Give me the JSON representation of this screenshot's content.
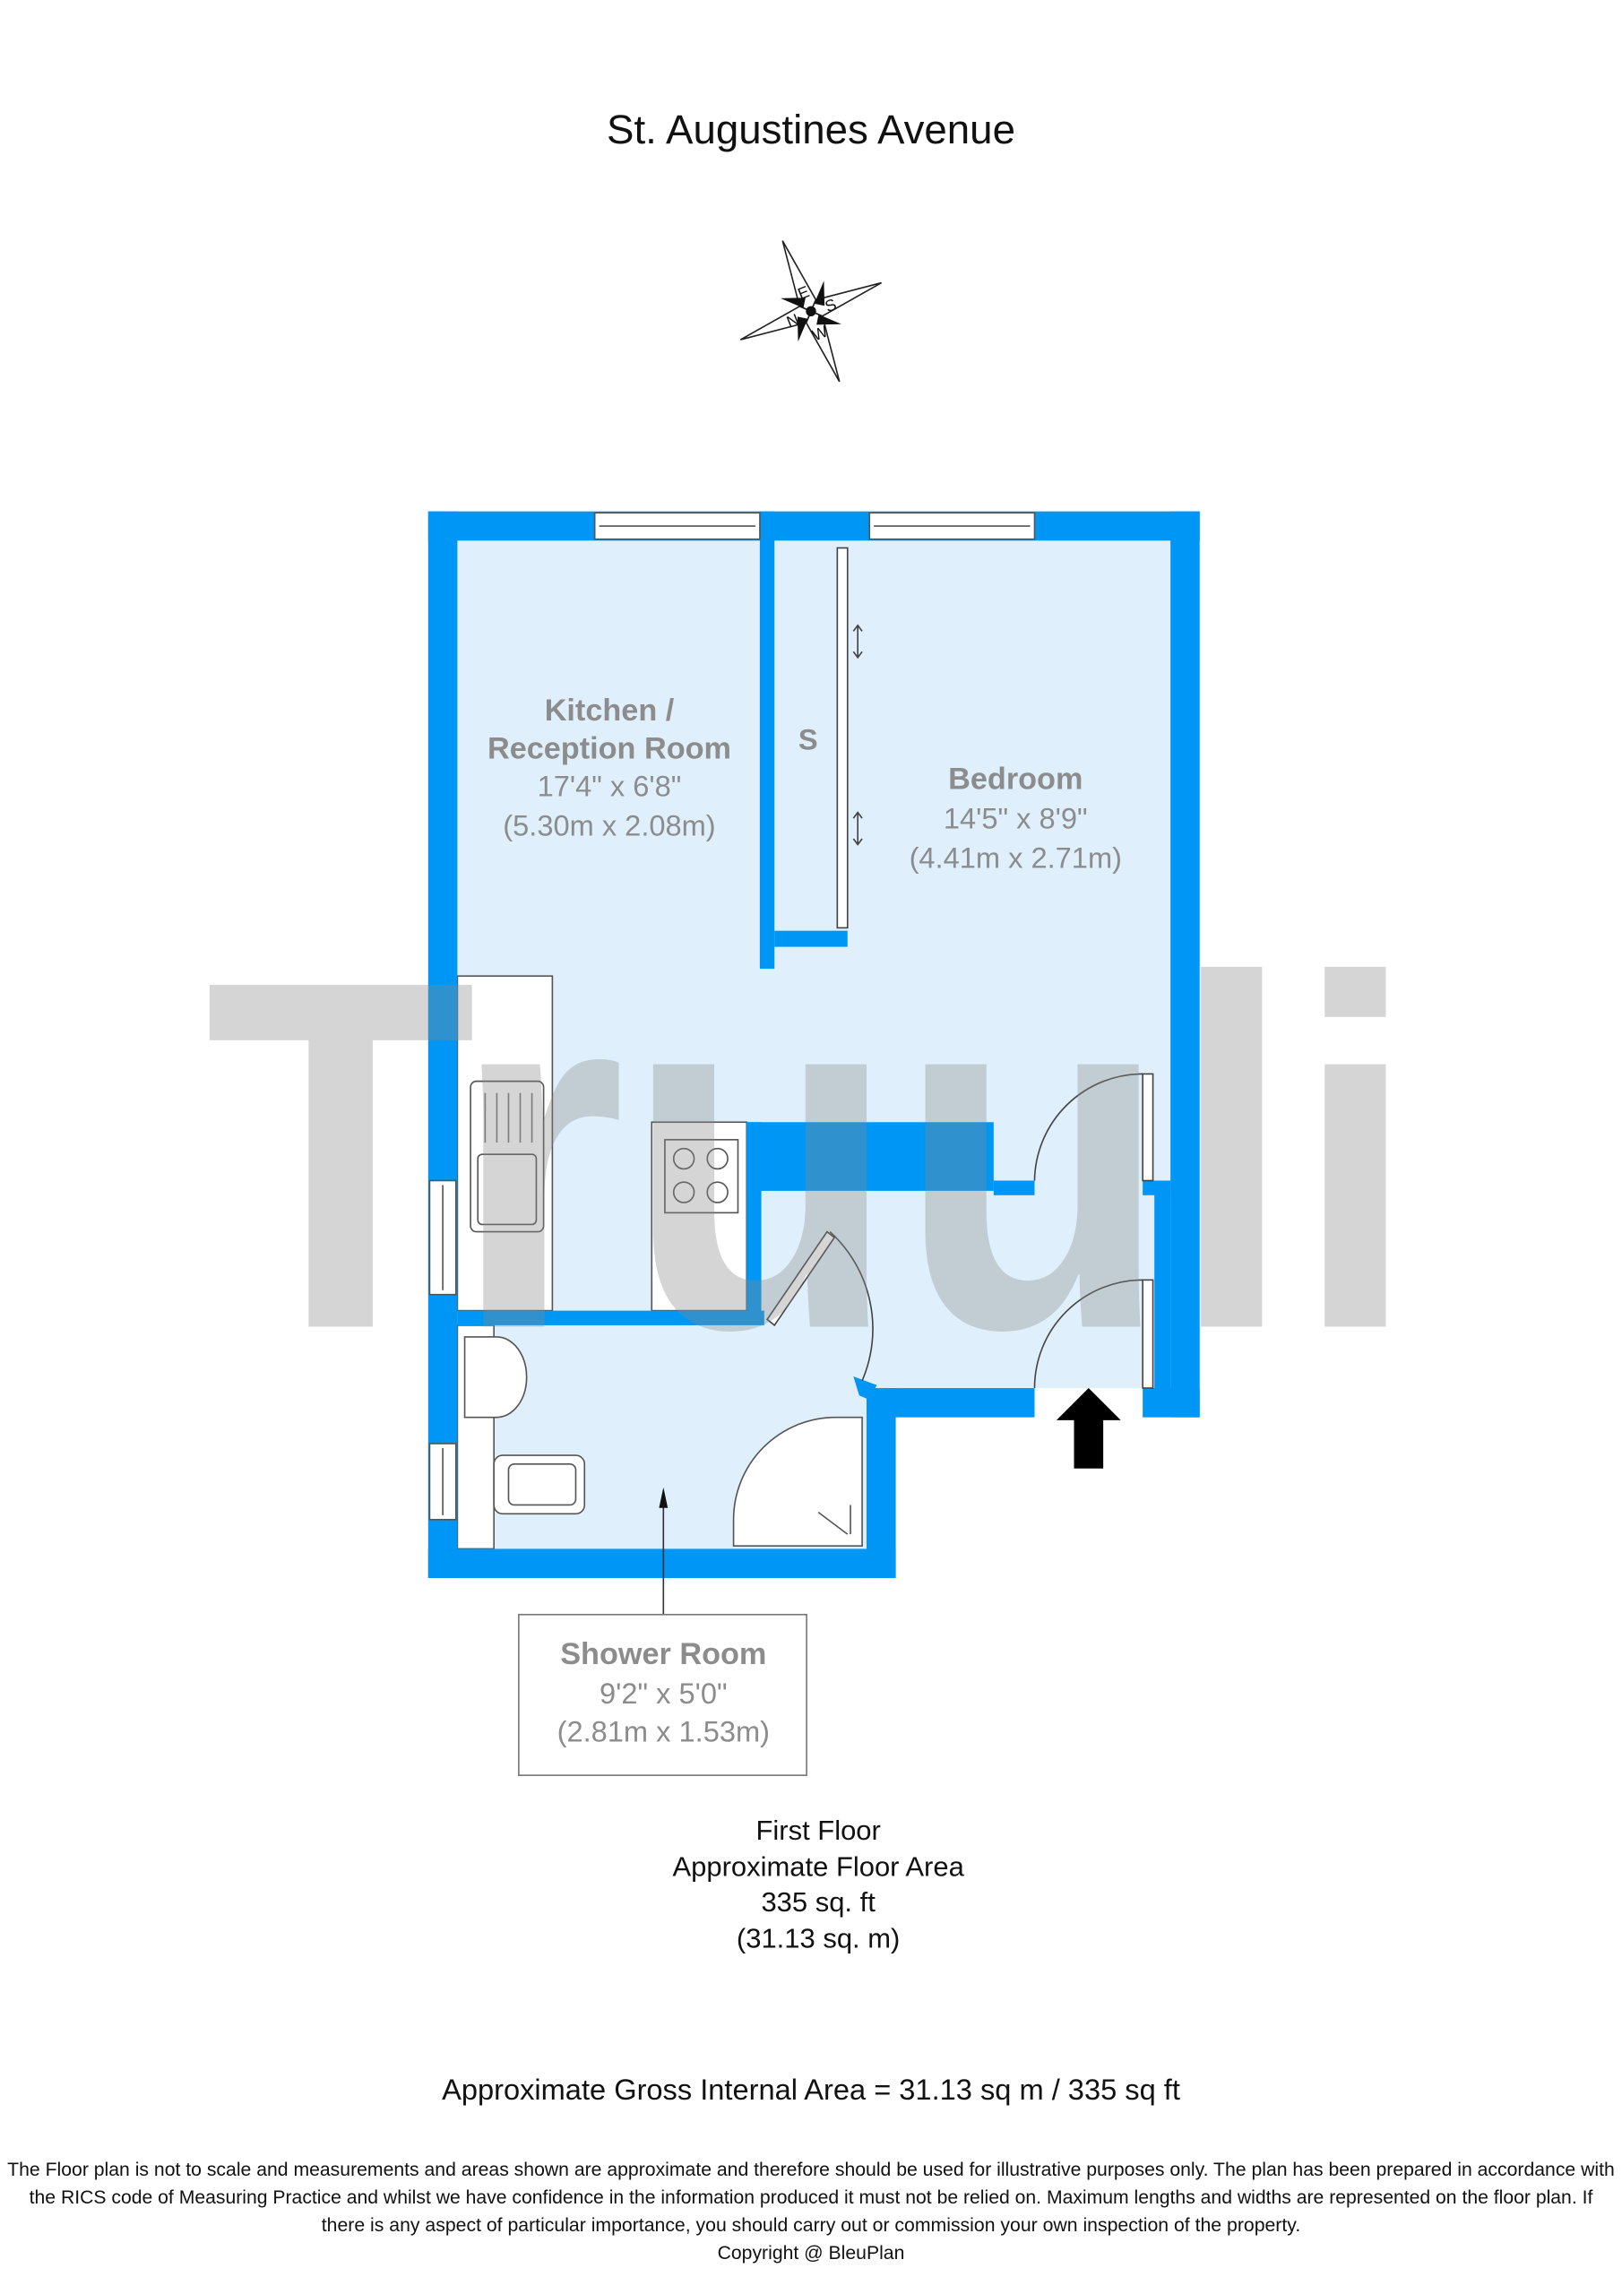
{
  "title": "St. Augustines Avenue",
  "compass": {
    "labels": [
      "N",
      "E",
      "S",
      "W"
    ]
  },
  "watermark": "Truuli",
  "colors": {
    "wall": "#0096f5",
    "floor": "#dff0fc",
    "watermark": "#a0a0a0"
  },
  "rooms": [
    {
      "name_line1": "Kitchen /",
      "name_line2": "Reception Room",
      "imperial": "17'4\" x 6'8\"",
      "metric": "(5.30m x 2.08m)"
    },
    {
      "name": "Bedroom",
      "imperial": "14'5\" x 8'9\"",
      "metric": "(4.41m x 2.71m)"
    },
    {
      "name": "Shower Room",
      "imperial": "9'2\" x 5'0\"",
      "metric": "(2.81m x 1.53m)"
    }
  ],
  "storage_label": "S",
  "floor_info": {
    "floor": "First Floor",
    "label": "Approximate Floor Area",
    "sqft": "335 sq. ft",
    "sqm": "(31.13 sq. m)"
  },
  "gross_area": "Approximate Gross Internal Area = 31.13 sq m / 335 sq ft",
  "disclaimer": [
    "The Floor plan is not to scale and measurements and areas shown are approximate and therefore should be used for illustrative purposes only. The plan has been prepared in accordance with",
    "the RICS code of Measuring Practice and whilst we have confidence in the information produced it must not be relied on. Maximum lengths and widths are represented on the floor plan. If",
    "there is any aspect of particular importance, you should carry out or commission your own inspection of the property."
  ],
  "copyright": "Copyright @ BleuPlan"
}
